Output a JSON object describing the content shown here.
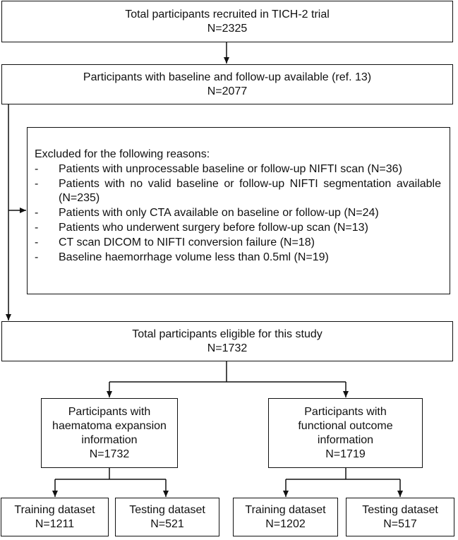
{
  "boxes": {
    "recruited": {
      "title": "Total participants recruited in TICH-2 trial",
      "n": "N=2325"
    },
    "baseline_followup": {
      "title": "Participants with baseline and follow-up available (ref. 13)",
      "n": "N=2077"
    },
    "excluded": {
      "title": "Excluded for the following reasons:",
      "reasons": [
        "Patients with unprocessable baseline or follow-up NIFTI scan (N=36)",
        "Patients with no valid baseline or follow-up NIFTI segmentation available (N=235)",
        "Patients with only CTA available on baseline or follow-up (N=24)",
        "Patients who underwent surgery before follow-up scan (N=13)",
        "CT scan DICOM to NIFTI conversion failure (N=18)",
        "Baseline haemorrhage volume less than 0.5ml (N=19)"
      ]
    },
    "eligible": {
      "title": "Total participants eligible for this study",
      "n": "N=1732"
    },
    "haematoma": {
      "lines": [
        "Participants with",
        "haematoma expansion",
        "information"
      ],
      "n": "N=1732"
    },
    "functional": {
      "lines": [
        "Participants with",
        "functional outcome",
        "information"
      ],
      "n": "N=1719"
    },
    "he_training": {
      "title": "Training dataset",
      "n": "N=1211"
    },
    "he_testing": {
      "title": "Testing dataset",
      "n": "N=521"
    },
    "fo_training": {
      "title": "Training dataset",
      "n": "N=1202"
    },
    "fo_testing": {
      "title": "Testing dataset",
      "n": "N=517"
    }
  }
}
